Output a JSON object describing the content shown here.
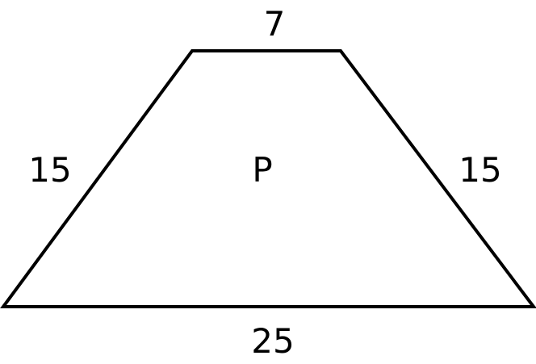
{
  "figure": {
    "shape_name": "P",
    "top_side": "7",
    "left_side": "15",
    "right_side": "15",
    "bottom_side": "25"
  },
  "style": {
    "stroke_color": "#000000",
    "fill_color": "#ffffff"
  }
}
